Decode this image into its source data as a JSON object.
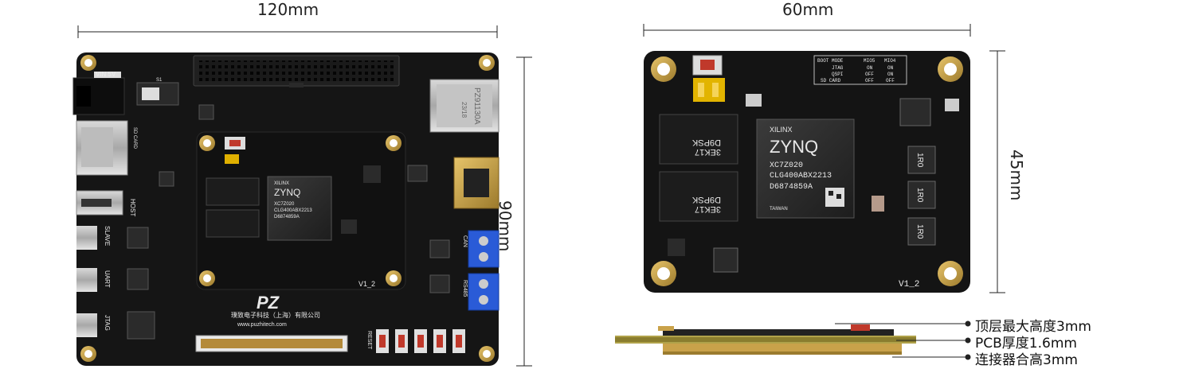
{
  "dimensions": {
    "left_board_width": "120mm",
    "left_board_height": "90mm",
    "core_board_width": "60mm",
    "core_board_height": "45mm"
  },
  "callouts": {
    "top_height": "顶层最大高度3mm",
    "pcb_thickness": "PCB厚度1.6mm",
    "connector_height": "连接器合高3mm"
  },
  "board_labels": {
    "vin": "VIN 5V",
    "switch": "S1",
    "ethernet_brand": "PZ91130A",
    "ethernet_code": "23/18",
    "brand_cn": "璞致电子科技（上海）有限公司",
    "brand_url": "www.puzhitech.com",
    "core_version": "V1_2",
    "can": "CAN",
    "rs485": "RS485",
    "jtag": "JTAG",
    "uart": "UART",
    "slave": "SLAVE",
    "host": "HOST",
    "reset": "RESET",
    "sd_card": "SD CARD"
  },
  "chip": {
    "brand": "XILINX",
    "name": "ZYNQ",
    "part": "XC7Z020",
    "package": "CLG400ABX2213",
    "lot": "D6874859A",
    "origin": "TAIWAN"
  },
  "ddr": {
    "line1": "D9PSK",
    "line2": "3EK17"
  },
  "pmic": {
    "label": "1R0"
  },
  "boot_table": {
    "header": [
      "BOOT MODE",
      "MIO5",
      "MIO4"
    ],
    "rows": [
      [
        "JTAG",
        "ON",
        "ON"
      ],
      [
        "QSPI",
        "OFF",
        "ON"
      ],
      [
        "SD CARD",
        "OFF",
        "OFF"
      ]
    ]
  },
  "colors": {
    "pcb": "#151515",
    "gold": "#c9a24a",
    "silk": "#e8e8e8",
    "terminal": "#2a5bd7",
    "dim_line": "#222222"
  }
}
